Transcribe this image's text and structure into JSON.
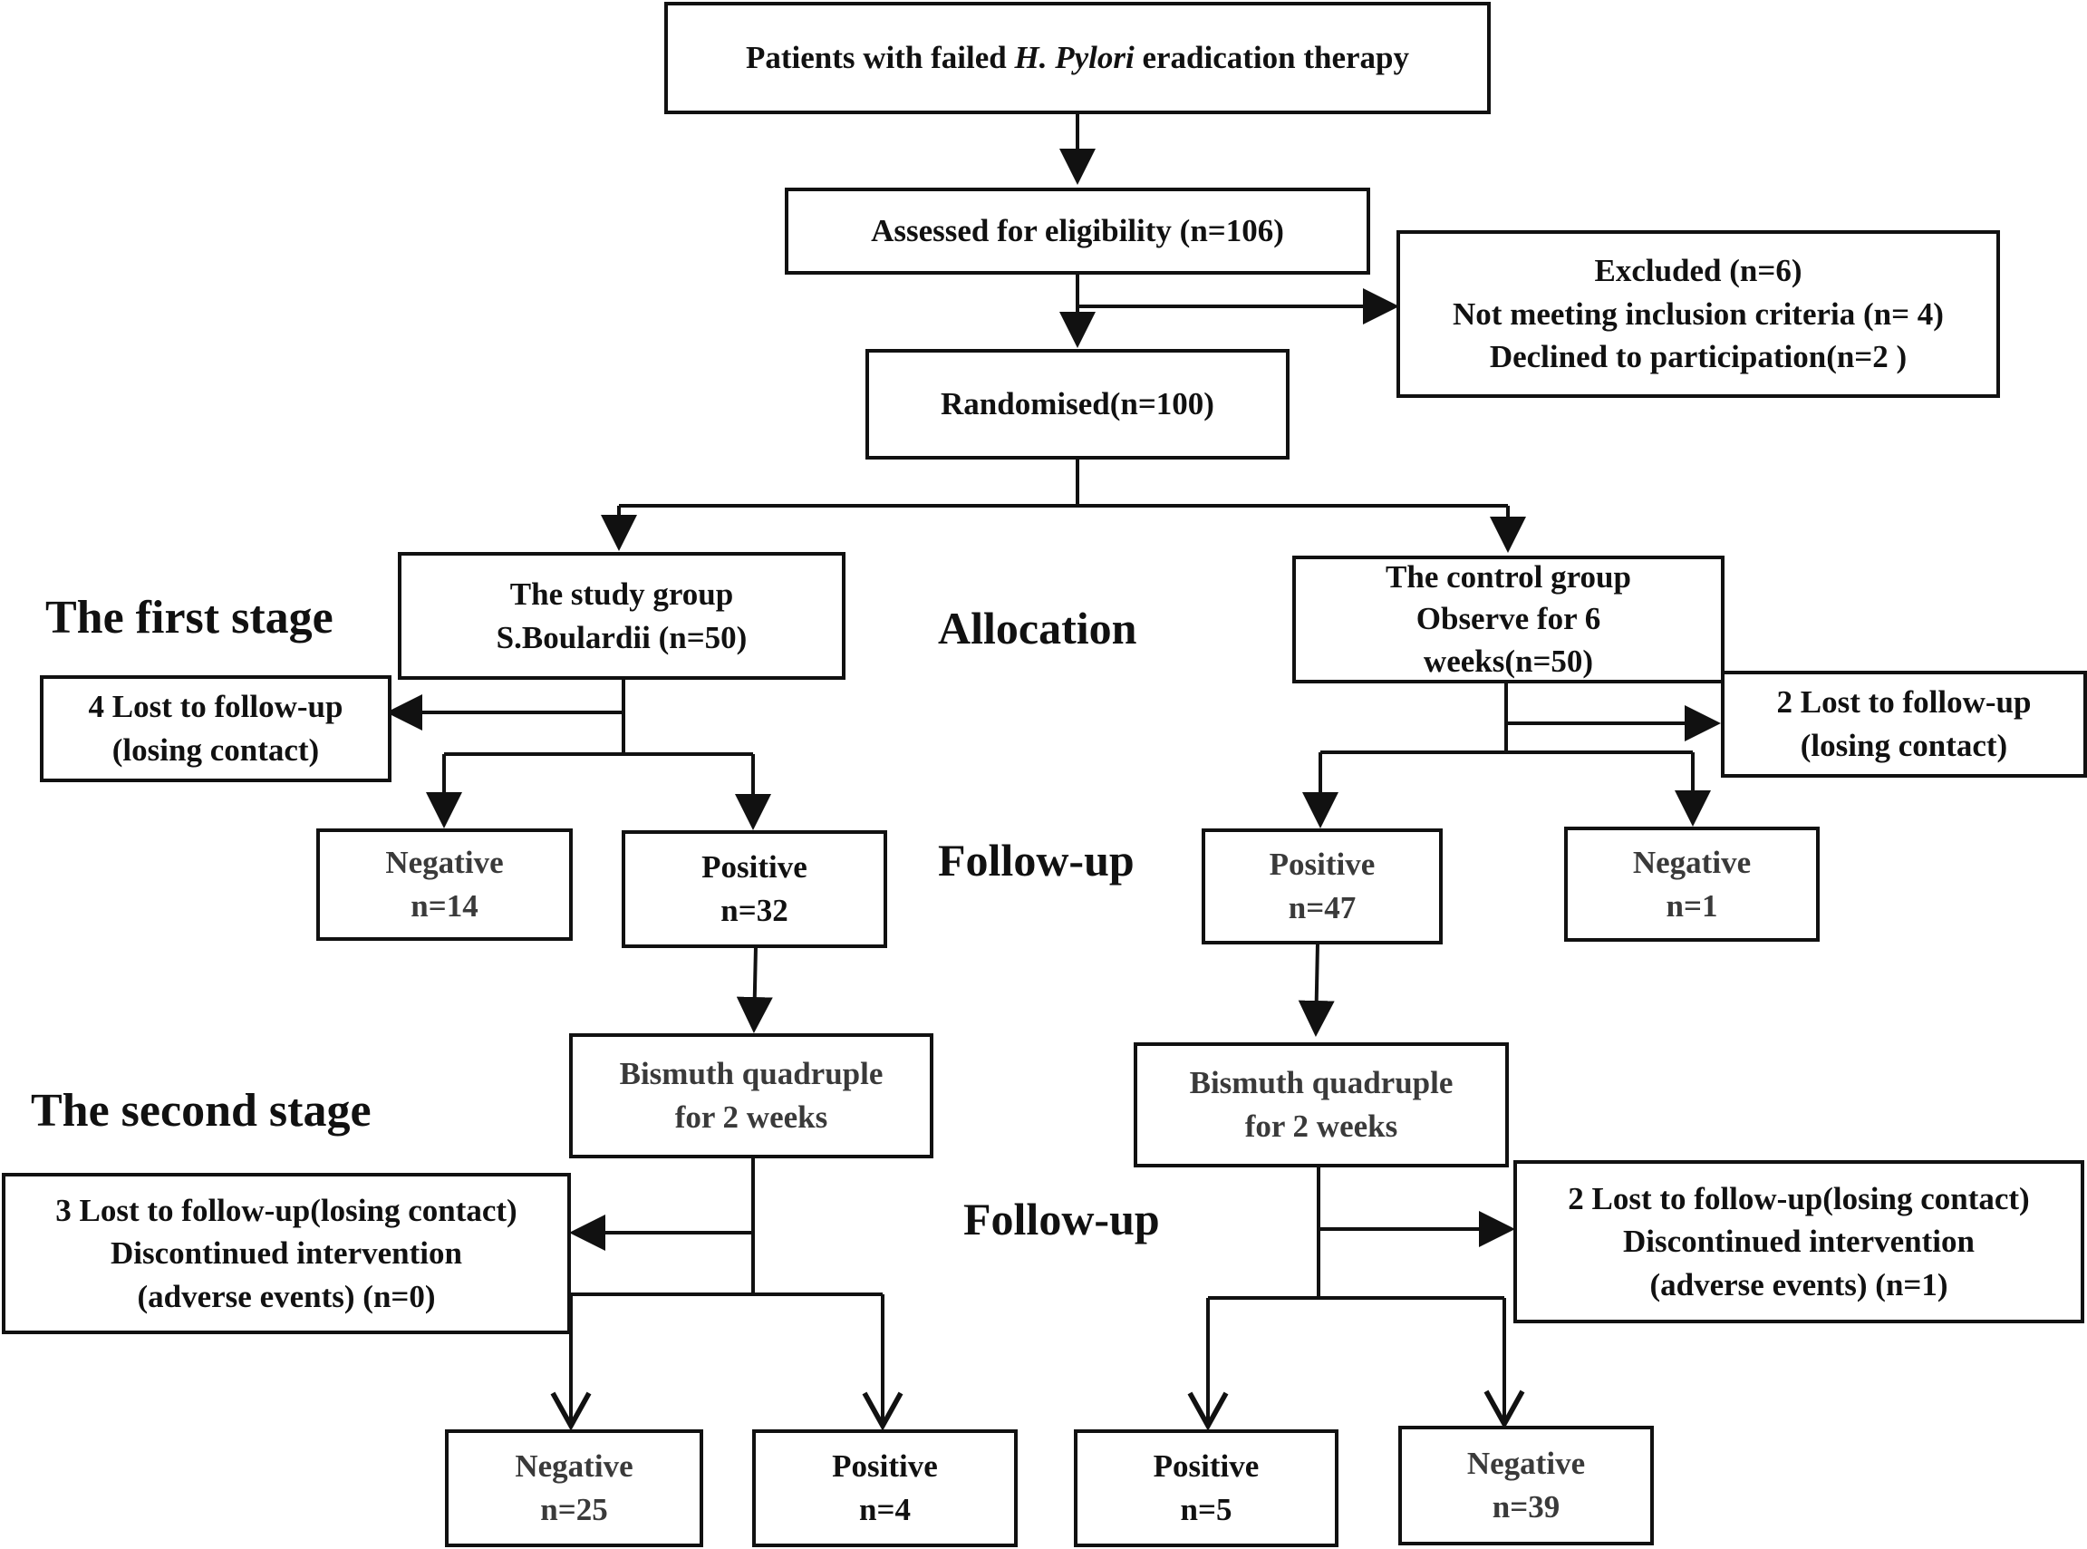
{
  "start": {
    "prefix": "Patients with failed ",
    "italic": "H. Pylori",
    "suffix": " eradication therapy"
  },
  "assessed": "Assessed for eligibility (n=106)",
  "excluded": [
    "Excluded (n=6)",
    "Not meeting inclusion criteria (n= 4)",
    "Declined to participation(n=2 )"
  ],
  "randomised": "Randomised(n=100)",
  "stages": {
    "first": "The first stage",
    "second": "The second stage"
  },
  "sections": {
    "allocation": "Allocation",
    "followup1": "Follow-up",
    "followup2": "Follow-up"
  },
  "study_group": {
    "lines": [
      "The study group",
      "S.Boulardii (n=50)"
    ],
    "lost_stage1": [
      "4 Lost to follow-up",
      "(losing contact)"
    ],
    "stage1_negative": [
      "Negative",
      "n=14"
    ],
    "stage1_positive": [
      "Positive",
      "n=32"
    ],
    "treatment": [
      "Bismuth quadruple",
      "for 2 weeks"
    ],
    "lost_stage2": [
      "3 Lost to follow-up(losing contact)",
      "Discontinued intervention",
      "(adverse events) (n=0)"
    ],
    "stage2_negative": [
      "Negative",
      "n=25"
    ],
    "stage2_positive": [
      "Positive",
      "n=4"
    ]
  },
  "control_group": {
    "lines": [
      "The control group",
      "Observe for 6",
      "weeks(n=50)"
    ],
    "lost_stage1": [
      "2 Lost to follow-up",
      "(losing contact)"
    ],
    "stage1_positive": [
      "Positive",
      "n=47"
    ],
    "stage1_negative": [
      "Negative",
      "n=1"
    ],
    "treatment": [
      "Bismuth quadruple",
      "for 2 weeks"
    ],
    "lost_stage2": [
      "2 Lost to follow-up(losing contact)",
      "Discontinued intervention",
      "(adverse events) (n=1)"
    ],
    "stage2_positive": [
      "Positive",
      "n=5"
    ],
    "stage2_negative": [
      "Negative",
      "n=39"
    ]
  }
}
